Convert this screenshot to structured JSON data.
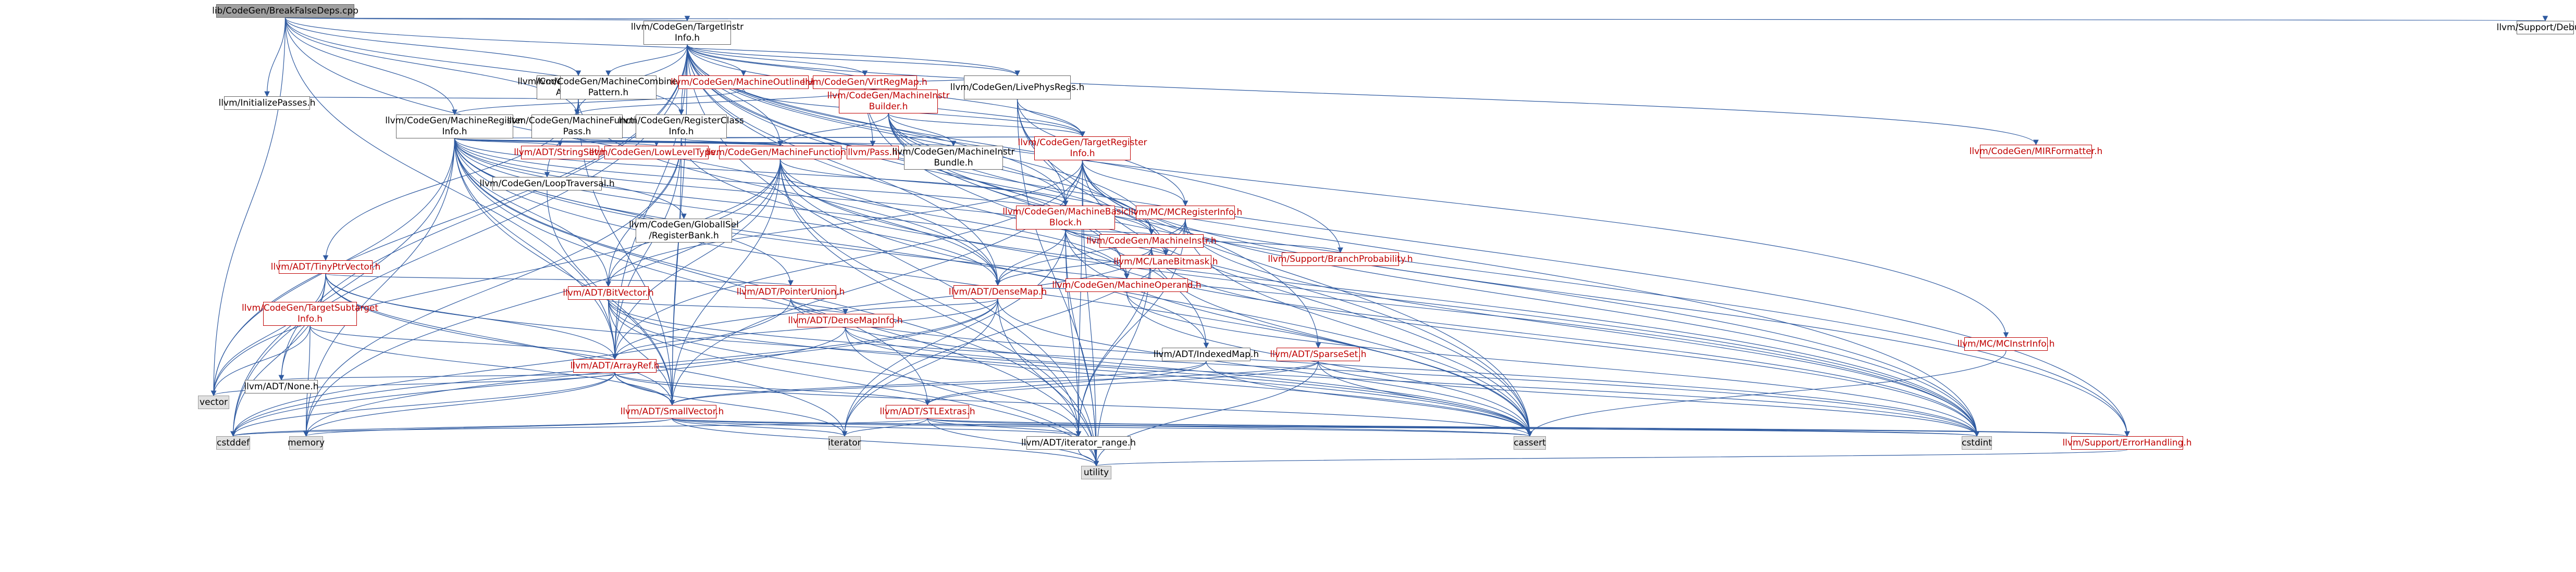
{
  "nodes": [
    {
      "id": "root",
      "label": "lib/CodeGen/BreakFalseDeps.cpp",
      "style": "root"
    },
    {
      "id": "tii",
      "label": "llvm/CodeGen/TargetInstr\nInfo.h",
      "style": "plain"
    },
    {
      "id": "debug",
      "label": "llvm/Support/Debug.h",
      "style": "plain"
    },
    {
      "id": "rda",
      "label": "llvm/CodeGen/ReachingDef\nAnalysis.h",
      "style": "plain"
    },
    {
      "id": "mcp",
      "label": "llvm/CodeGen/MachineCombiner\nPattern.h",
      "style": "plain"
    },
    {
      "id": "mout",
      "label": "llvm/CodeGen/MachineOutliner.h",
      "style": "red"
    },
    {
      "id": "vrm",
      "label": "llvm/CodeGen/VirtRegMap.h",
      "style": "red"
    },
    {
      "id": "mib",
      "label": "llvm/CodeGen/MachineInstr\nBuilder.h",
      "style": "red"
    },
    {
      "id": "lpr",
      "label": "llvm/CodeGen/LivePhysRegs.h",
      "style": "plain"
    },
    {
      "id": "initp",
      "label": "llvm/InitializePasses.h",
      "style": "plain"
    },
    {
      "id": "mri",
      "label": "llvm/CodeGen/MachineRegister\nInfo.h",
      "style": "plain"
    },
    {
      "id": "mfp",
      "label": "llvm/CodeGen/MachineFunction\nPass.h",
      "style": "plain"
    },
    {
      "id": "rci",
      "label": "llvm/CodeGen/RegisterClass\nInfo.h",
      "style": "plain"
    },
    {
      "id": "strset",
      "label": "llvm/ADT/StringSet.h",
      "style": "red"
    },
    {
      "id": "llt",
      "label": "llvm/CodeGen/LowLevelType.h",
      "style": "red"
    },
    {
      "id": "mf",
      "label": "llvm/CodeGen/MachineFunction.h",
      "style": "red"
    },
    {
      "id": "pass",
      "label": "llvm/Pass.h",
      "style": "red"
    },
    {
      "id": "mibundle",
      "label": "llvm/CodeGen/MachineInstr\nBundle.h",
      "style": "plain"
    },
    {
      "id": "tri",
      "label": "llvm/CodeGen/TargetRegister\nInfo.h",
      "style": "red"
    },
    {
      "id": "mirfmt",
      "label": "llvm/CodeGen/MIRFormatter.h",
      "style": "red"
    },
    {
      "id": "looptrav",
      "label": "llvm/CodeGen/LoopTraversal.h",
      "style": "plain"
    },
    {
      "id": "mbb",
      "label": "llvm/CodeGen/MachineBasic\nBlock.h",
      "style": "red"
    },
    {
      "id": "mcri",
      "label": "llvm/MC/MCRegisterInfo.h",
      "style": "red"
    },
    {
      "id": "gisel",
      "label": "llvm/CodeGen/GlobalISel\n/RegisterBank.h",
      "style": "plain"
    },
    {
      "id": "mi",
      "label": "llvm/CodeGen/MachineInstr.h",
      "style": "red"
    },
    {
      "id": "lanebm",
      "label": "llvm/MC/LaneBitmask.h",
      "style": "red"
    },
    {
      "id": "bp",
      "label": "llvm/Support/BranchProbability.h",
      "style": "red"
    },
    {
      "id": "tinyptr",
      "label": "llvm/ADT/TinyPtrVector.h",
      "style": "red"
    },
    {
      "id": "mo",
      "label": "llvm/CodeGen/MachineOperand.h",
      "style": "red"
    },
    {
      "id": "bitvec",
      "label": "llvm/ADT/BitVector.h",
      "style": "red"
    },
    {
      "id": "ptrunion",
      "label": "llvm/ADT/PointerUnion.h",
      "style": "red"
    },
    {
      "id": "densemap",
      "label": "llvm/ADT/DenseMap.h",
      "style": "red"
    },
    {
      "id": "tsi",
      "label": "llvm/CodeGen/TargetSubtarget\nInfo.h",
      "style": "red"
    },
    {
      "id": "dmi",
      "label": "llvm/ADT/DenseMapInfo.h",
      "style": "red"
    },
    {
      "id": "mcii",
      "label": "llvm/MC/MCInstrInfo.h",
      "style": "red"
    },
    {
      "id": "idxmap",
      "label": "llvm/ADT/IndexedMap.h",
      "style": "plain"
    },
    {
      "id": "sparse",
      "label": "llvm/ADT/SparseSet.h",
      "style": "red"
    },
    {
      "id": "arrayref",
      "label": "llvm/ADT/ArrayRef.h",
      "style": "red"
    },
    {
      "id": "none",
      "label": "llvm/ADT/None.h",
      "style": "plain"
    },
    {
      "id": "vector",
      "label": "vector",
      "style": "grey"
    },
    {
      "id": "smallvec",
      "label": "llvm/ADT/SmallVector.h",
      "style": "red"
    },
    {
      "id": "stlextras",
      "label": "llvm/ADT/STLExtras.h",
      "style": "red"
    },
    {
      "id": "cstddef",
      "label": "cstddef",
      "style": "grey"
    },
    {
      "id": "memory",
      "label": "memory",
      "style": "grey"
    },
    {
      "id": "iterator",
      "label": "iterator",
      "style": "grey"
    },
    {
      "id": "itrange",
      "label": "llvm/ADT/iterator_range.h",
      "style": "plain"
    },
    {
      "id": "cassert",
      "label": "cassert",
      "style": "grey"
    },
    {
      "id": "cstdint",
      "label": "cstdint",
      "style": "grey"
    },
    {
      "id": "errh",
      "label": "llvm/Support/ErrorHandling.h",
      "style": "red"
    },
    {
      "id": "utility",
      "label": "utility",
      "style": "grey"
    }
  ],
  "edges": [
    [
      "root",
      "tii"
    ],
    [
      "root",
      "debug"
    ],
    [
      "root",
      "rda"
    ],
    [
      "root",
      "initp"
    ],
    [
      "root",
      "mri"
    ],
    [
      "root",
      "mfp"
    ],
    [
      "root",
      "rci"
    ],
    [
      "root",
      "lpr"
    ],
    [
      "root",
      "vector"
    ],
    [
      "root",
      "densemap"
    ],
    [
      "root",
      "arrayref"
    ],
    [
      "tii",
      "mcp"
    ],
    [
      "tii",
      "mout"
    ],
    [
      "tii",
      "vrm"
    ],
    [
      "tii",
      "mib"
    ],
    [
      "tii",
      "lpr"
    ],
    [
      "tii",
      "rci"
    ],
    [
      "tii",
      "mfp"
    ],
    [
      "tii",
      "mf"
    ],
    [
      "tii",
      "mbb"
    ],
    [
      "tii",
      "mi"
    ],
    [
      "tii",
      "mo"
    ],
    [
      "tii",
      "tri"
    ],
    [
      "tii",
      "mirfmt"
    ],
    [
      "tii",
      "mcii"
    ],
    [
      "tii",
      "bp"
    ],
    [
      "tii",
      "errh"
    ],
    [
      "tii",
      "densemap"
    ],
    [
      "tii",
      "arrayref"
    ],
    [
      "tii",
      "none"
    ],
    [
      "tii",
      "cassert"
    ],
    [
      "tii",
      "cstddef"
    ],
    [
      "tii",
      "cstdint"
    ],
    [
      "tii",
      "utility"
    ],
    [
      "tii",
      "vector"
    ],
    [
      "tii",
      "smallvec"
    ],
    [
      "rda",
      "initp"
    ],
    [
      "rda",
      "mfp"
    ],
    [
      "rda",
      "looptrav"
    ],
    [
      "rda",
      "tinyptr"
    ],
    [
      "rda",
      "densemap"
    ],
    [
      "rda",
      "smallvec"
    ],
    [
      "mout",
      "mri"
    ],
    [
      "mout",
      "tri"
    ],
    [
      "mout",
      "lpr"
    ],
    [
      "vrm",
      "mfp"
    ],
    [
      "vrm",
      "tri"
    ],
    [
      "vrm",
      "idxmap"
    ],
    [
      "vrm",
      "pass"
    ],
    [
      "mib",
      "mf"
    ],
    [
      "mib",
      "mbb"
    ],
    [
      "mib",
      "mi"
    ],
    [
      "mib",
      "mibundle"
    ],
    [
      "mib",
      "mo"
    ],
    [
      "mib",
      "tri"
    ],
    [
      "mib",
      "errh"
    ],
    [
      "mib",
      "cstdint"
    ],
    [
      "mib",
      "lanebm"
    ],
    [
      "lpr",
      "mbb"
    ],
    [
      "lpr",
      "tri"
    ],
    [
      "lpr",
      "mcri"
    ],
    [
      "lpr",
      "sparse"
    ],
    [
      "lpr",
      "cassert"
    ],
    [
      "lpr",
      "utility"
    ],
    [
      "mri",
      "strset"
    ],
    [
      "mri",
      "llt"
    ],
    [
      "mri",
      "mf"
    ],
    [
      "mri",
      "pass"
    ],
    [
      "mri",
      "mibundle"
    ],
    [
      "mri",
      "tri"
    ],
    [
      "mri",
      "gisel"
    ],
    [
      "mri",
      "mbb"
    ],
    [
      "mri",
      "mi"
    ],
    [
      "mri",
      "mo"
    ],
    [
      "mri",
      "lanebm"
    ],
    [
      "mri",
      "bitvec"
    ],
    [
      "mri",
      "ptrunion"
    ],
    [
      "mri",
      "densemap"
    ],
    [
      "mri",
      "idxmap"
    ],
    [
      "mri",
      "arrayref"
    ],
    [
      "mri",
      "smallvec"
    ],
    [
      "mri",
      "stlextras"
    ],
    [
      "mri",
      "itrange"
    ],
    [
      "mri",
      "cassert"
    ],
    [
      "mri",
      "cstddef"
    ],
    [
      "mri",
      "cstdint"
    ],
    [
      "mri",
      "memory"
    ],
    [
      "mri",
      "utility"
    ],
    [
      "mri",
      "vector"
    ],
    [
      "mfp",
      "mf"
    ],
    [
      "mfp",
      "pass"
    ],
    [
      "rci",
      "mf"
    ],
    [
      "rci",
      "tri"
    ],
    [
      "rci",
      "bitvec"
    ],
    [
      "rci",
      "arrayref"
    ],
    [
      "rci",
      "smallvec"
    ],
    [
      "rci",
      "cstdint"
    ],
    [
      "rci",
      "memory"
    ],
    [
      "mf",
      "mbb"
    ],
    [
      "mf",
      "mo"
    ],
    [
      "mf",
      "bitvec"
    ],
    [
      "mf",
      "densemap"
    ],
    [
      "mf",
      "arrayref"
    ],
    [
      "mf",
      "smallvec"
    ],
    [
      "mf",
      "itrange"
    ],
    [
      "mf",
      "cassert"
    ],
    [
      "mf",
      "cstdint"
    ],
    [
      "mf",
      "memory"
    ],
    [
      "mf",
      "utility"
    ],
    [
      "mf",
      "vector"
    ],
    [
      "tri",
      "mbb"
    ],
    [
      "tri",
      "mcri"
    ],
    [
      "tri",
      "lanebm"
    ],
    [
      "tri",
      "bitvec"
    ],
    [
      "tri",
      "arrayref"
    ],
    [
      "tri",
      "smallvec"
    ],
    [
      "tri",
      "itrange"
    ],
    [
      "tri",
      "cassert"
    ],
    [
      "tri",
      "cstdint"
    ],
    [
      "tri",
      "utility"
    ],
    [
      "tri",
      "errh"
    ],
    [
      "mbb",
      "mi"
    ],
    [
      "mbb",
      "bp"
    ],
    [
      "mbb",
      "lanebm"
    ],
    [
      "mbb",
      "densemap"
    ],
    [
      "mbb",
      "itrange"
    ],
    [
      "mbb",
      "cassert"
    ],
    [
      "mbb",
      "cstdint"
    ],
    [
      "mbb",
      "iterator"
    ],
    [
      "mbb",
      "utility"
    ],
    [
      "mcri",
      "lanebm"
    ],
    [
      "mcri",
      "densemap"
    ],
    [
      "mcri",
      "itrange"
    ],
    [
      "mcri",
      "cassert"
    ],
    [
      "mcri",
      "cstdint"
    ],
    [
      "mcri",
      "iterator"
    ],
    [
      "mi",
      "mo"
    ],
    [
      "mi",
      "densemap"
    ],
    [
      "mi",
      "arrayref"
    ],
    [
      "mi",
      "itrange"
    ],
    [
      "mi",
      "cassert"
    ],
    [
      "mi",
      "cstdint"
    ],
    [
      "mi",
      "utility"
    ],
    [
      "looptrav",
      "smallvec"
    ],
    [
      "tinyptr",
      "ptrunion"
    ],
    [
      "tinyptr",
      "arrayref"
    ],
    [
      "tinyptr",
      "none"
    ],
    [
      "tinyptr",
      "smallvec"
    ],
    [
      "tinyptr",
      "cassert"
    ],
    [
      "tinyptr",
      "cstddef"
    ],
    [
      "tinyptr",
      "iterator"
    ],
    [
      "tinyptr",
      "vector"
    ],
    [
      "mo",
      "densemap"
    ],
    [
      "mo",
      "cassert"
    ],
    [
      "mo",
      "cstdint"
    ],
    [
      "bitvec",
      "dmi"
    ],
    [
      "bitvec",
      "arrayref"
    ],
    [
      "bitvec",
      "smallvec"
    ],
    [
      "bitvec",
      "itrange"
    ],
    [
      "bitvec",
      "cassert"
    ],
    [
      "bitvec",
      "cstdint"
    ],
    [
      "bitvec",
      "utility"
    ],
    [
      "ptrunion",
      "dmi"
    ],
    [
      "ptrunion",
      "cassert"
    ],
    [
      "ptrunion",
      "cstddef"
    ],
    [
      "ptrunion",
      "cstdint"
    ],
    [
      "densemap",
      "dmi"
    ],
    [
      "densemap",
      "arrayref"
    ],
    [
      "densemap",
      "cassert"
    ],
    [
      "densemap",
      "cstddef"
    ],
    [
      "densemap",
      "iterator"
    ],
    [
      "densemap",
      "utility"
    ],
    [
      "densemap",
      "memory"
    ],
    [
      "tsi",
      "arrayref"
    ],
    [
      "tsi",
      "smallvec"
    ],
    [
      "tsi",
      "vector"
    ],
    [
      "tsi",
      "memory"
    ],
    [
      "dmi",
      "cassert"
    ],
    [
      "dmi",
      "cstddef"
    ],
    [
      "dmi",
      "cstdint"
    ],
    [
      "dmi",
      "utility"
    ],
    [
      "mcii",
      "cassert"
    ],
    [
      "idxmap",
      "stlextras"
    ],
    [
      "idxmap",
      "smallvec"
    ],
    [
      "idxmap",
      "cassert"
    ],
    [
      "sparse",
      "stlextras"
    ],
    [
      "sparse",
      "smallvec"
    ],
    [
      "sparse",
      "cassert"
    ],
    [
      "sparse",
      "cstdint"
    ],
    [
      "sparse",
      "utility"
    ],
    [
      "arrayref",
      "smallvec"
    ],
    [
      "arrayref",
      "stlextras"
    ],
    [
      "arrayref",
      "none"
    ],
    [
      "arrayref",
      "cassert"
    ],
    [
      "arrayref",
      "cstddef"
    ],
    [
      "arrayref",
      "iterator"
    ],
    [
      "arrayref",
      "memory"
    ],
    [
      "arrayref",
      "vector"
    ],
    [
      "smallvec",
      "cassert"
    ],
    [
      "smallvec",
      "cstddef"
    ],
    [
      "smallvec",
      "cstdint"
    ],
    [
      "smallvec",
      "errh"
    ],
    [
      "smallvec",
      "iterator"
    ],
    [
      "smallvec",
      "memory"
    ],
    [
      "smallvec",
      "utility"
    ],
    [
      "smallvec",
      "itrange"
    ],
    [
      "stlextras",
      "itrange"
    ],
    [
      "stlextras",
      "cassert"
    ],
    [
      "stlextras",
      "cstddef"
    ],
    [
      "stlextras",
      "cstdint"
    ],
    [
      "stlextras",
      "iterator"
    ],
    [
      "stlextras",
      "utility"
    ],
    [
      "stlextras",
      "errh"
    ],
    [
      "itrange",
      "utility"
    ],
    [
      "errh",
      "utility"
    ]
  ]
}
